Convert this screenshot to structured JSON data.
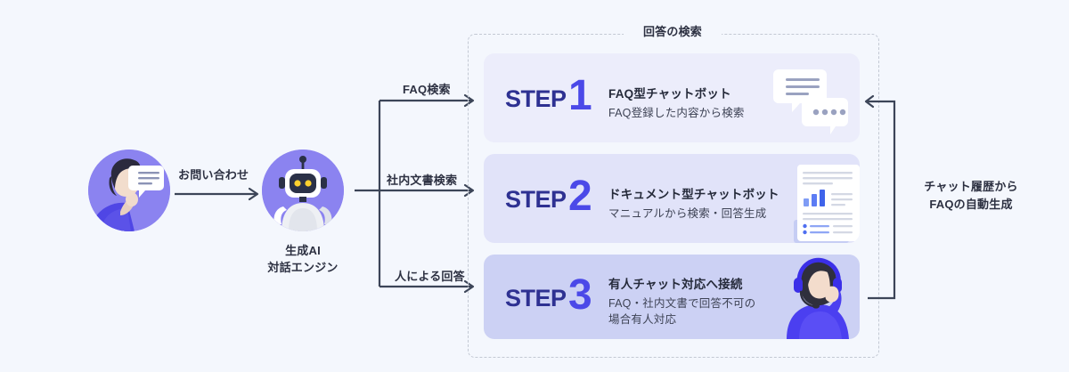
{
  "background_color": "#f4f7fd",
  "accent_colors": {
    "avatar_circle": "#8b83f0",
    "step_word": "#2e3192",
    "step_number": "#4b49e8",
    "arrow": "#3c4558",
    "card_1": "#ecedfb",
    "card_2": "#e1e3f9",
    "card_3": "#ccd1f4",
    "dashed_border": "#c3c9d4",
    "text_dark": "#2d3142"
  },
  "left_flow": {
    "user": {
      "icon": "user-with-chat-bubble-avatar",
      "label": ""
    },
    "inquiry_arrow_label": "お問い合わせ",
    "engine": {
      "icon": "robot-avatar",
      "label": "生成AI\n対話エンジン"
    }
  },
  "branches": [
    {
      "label": "FAQ検索"
    },
    {
      "label": "社内文書検索"
    },
    {
      "label": "人による回答"
    }
  ],
  "group": {
    "title": "回答の検索"
  },
  "steps": [
    {
      "step_word": "STEP",
      "number": "1",
      "title": "FAQ型チャットボット",
      "subtitle": "FAQ登録した内容から検索",
      "icon": "chat-bubbles-icon"
    },
    {
      "step_word": "STEP",
      "number": "2",
      "title": "ドキュメント型チャットボット",
      "subtitle": "マニュアルから検索・回答生成",
      "icon": "document-report-icon"
    },
    {
      "step_word": "STEP",
      "number": "3",
      "title": "有人チャット対応へ接続",
      "subtitle": "FAQ・社内文書で回答不可の\n場合有人対応",
      "icon": "headset-agent-icon"
    }
  ],
  "feedback_loop": {
    "label": "チャット履歴から\nFAQの自動生成"
  }
}
